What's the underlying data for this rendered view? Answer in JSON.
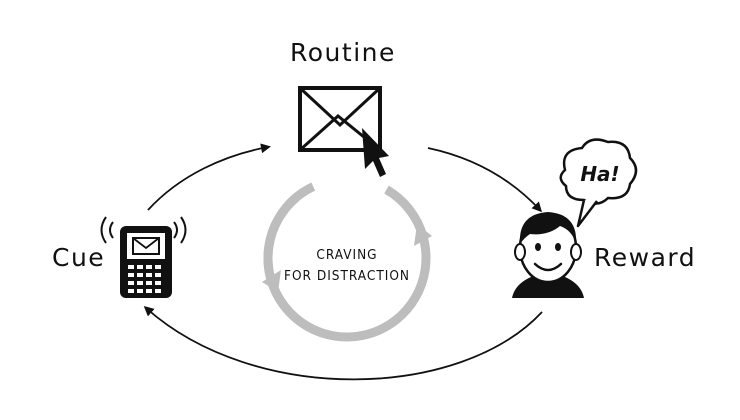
{
  "diagram": {
    "nodes": {
      "routine": "Routine",
      "cue": "Cue",
      "reward": "Reward"
    },
    "center": {
      "line1": "CRAVING",
      "line2": "FOR DISTRACTION"
    },
    "speech_bubble": "Ha!",
    "icons": {
      "routine": "envelope-with-cursor-icon",
      "cue": "phone-with-mail-icon",
      "reward": "smiling-face-icon",
      "center": "circular-arrows-icon"
    }
  }
}
